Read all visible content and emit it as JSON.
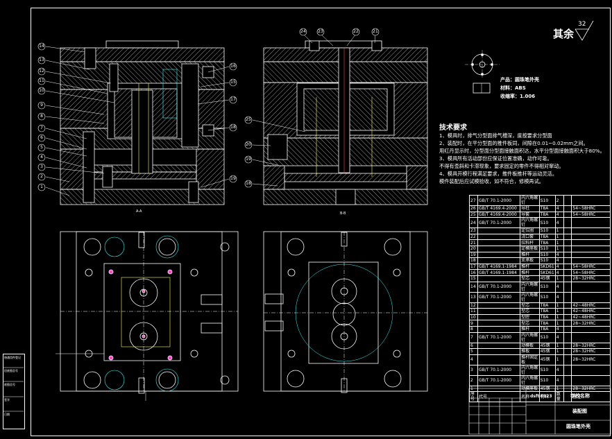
{
  "roughness": {
    "label": "其余",
    "value": "32"
  },
  "product": {
    "name": "产品：圆珠笔外壳",
    "material": "材料：ABS",
    "shrinkage": "收缩率：1.006"
  },
  "requirements": {
    "title": "技术要求",
    "lines": [
      "1、模具时，排气分型面排气槽深，度按要求分型面",
      "2、装配时，在平分型面的推件板同，间隙在0.01~0.02mm之间。",
      "用红丹显示时，分型面分型面接触面积达，水平分型面接触面积大于80%。",
      "3、模具所有活动部份应保证位置准确，动作可靠。",
      "不得有歪斜和卡滞现象，要求固定的零件不得相对窜动。",
      "4、模具开模行程满足要求，推件板推杆等运动灵活。",
      "模件装配后应试模验收，如不符合，修模再试。"
    ]
  },
  "section_labels": {
    "left": "A-A",
    "right": "B-B"
  },
  "callouts_left": [
    "14",
    "13",
    "12",
    "11",
    "10",
    "9",
    "8",
    "7",
    "6",
    "5",
    "4",
    "3",
    "2",
    "1"
  ],
  "callouts_right_left": [
    "16",
    "15",
    "17",
    "18",
    "19"
  ],
  "callouts_top": [
    "24",
    "23",
    "22",
    "21"
  ],
  "callouts_mid": [
    "25",
    "20",
    "19",
    "18"
  ],
  "bom": {
    "rows": [
      [
        "27",
        "GB/T 70.1-2000",
        "内六角螺钉",
        "S10",
        "2",
        ""
      ],
      [
        "26",
        "GB/T 4169.4-2000",
        "导柱",
        "T8A",
        "4",
        "54~58HRC"
      ],
      [
        "25",
        "GB/T 4169.4-2000",
        "导套",
        "T8A",
        "4",
        "54~58HRC"
      ],
      [
        "24",
        "GB/T 70.1-2000",
        "内六角螺钉",
        "S10",
        "4",
        ""
      ],
      [
        "23",
        "",
        "定位圈",
        "S10",
        "1",
        ""
      ],
      [
        "22",
        "",
        "浇口套",
        "T8A",
        "1",
        ""
      ],
      [
        "21",
        "",
        "拉料杆",
        "T8A",
        "1",
        ""
      ],
      [
        "20",
        "",
        "定模座板",
        "S10",
        "1",
        ""
      ],
      [
        "19",
        "",
        "推杆",
        "S10",
        "4",
        ""
      ],
      [
        "18",
        "",
        "支承板",
        "S10",
        "4",
        ""
      ],
      [
        "17",
        "GB/T 4169.1-1984",
        "推杆",
        "SKD61",
        "4",
        "54~58HRC"
      ],
      [
        "16",
        "GB/T 4169.1-1984",
        "推杆",
        "SKD61",
        "4",
        "54~58HRC"
      ],
      [
        "15",
        "",
        "型芯",
        "45钢",
        "1",
        "28~32HRC"
      ],
      [
        "14",
        "GB/T 70.1-2000",
        "内六角螺钉",
        "S10",
        "4",
        ""
      ],
      [
        "13",
        "GB/T 70.1-2000",
        "内六角螺钉",
        "S10",
        "4",
        ""
      ],
      [
        "12",
        "",
        "型芯",
        "T8A",
        "1",
        "42~48HRC"
      ],
      [
        "11",
        "",
        "型芯",
        "T8A",
        "1",
        "42~48HRC"
      ],
      [
        "10",
        "",
        "型腔",
        "T8A",
        "1",
        "42~48HRC"
      ],
      [
        "9",
        "",
        "型芯",
        "T8A",
        "1",
        "28~32HRC"
      ],
      [
        "8",
        "",
        "推杆",
        "T8A",
        "4",
        ""
      ],
      [
        "7",
        "GB/T 70.1-2000",
        "内六角螺钉",
        "S10",
        "4",
        ""
      ],
      [
        "6",
        "",
        "动模板",
        "45钢",
        "1",
        "28~32HRC"
      ],
      [
        "5",
        "",
        "推板",
        "45钢",
        "1",
        "28~32HRC"
      ],
      [
        "4",
        "",
        "推杆固定板",
        "45钢",
        "1",
        "28~32HRC"
      ],
      [
        "3",
        "GB/T 70.1-2000",
        "内六角螺钉",
        "S10",
        "4",
        ""
      ],
      [
        "2",
        "GB/T 70.1-2000",
        "内六角螺钉",
        "S10",
        "4",
        ""
      ],
      [
        "1",
        "",
        "动模座板",
        "45钢",
        "1",
        "28~32HRC"
      ]
    ],
    "header": [
      "序号",
      "代号",
      "名称",
      "数量",
      "材料",
      "备注"
    ]
  },
  "title_block": {
    "drawing_no": "dsft-T123",
    "school": "学校名称",
    "drawing_type": "装配图",
    "part_name": "圆珠笔外壳"
  },
  "side_stamp": [
    "借通用件登记",
    "旧底图总号",
    "底图总号",
    "签字",
    "日期"
  ]
}
